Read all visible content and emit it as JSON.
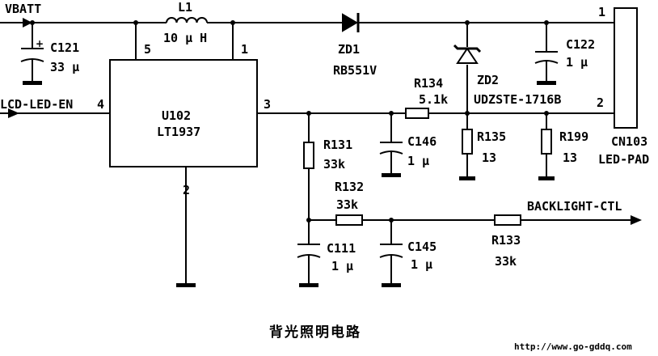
{
  "nets": {
    "vbatt": "VBATT",
    "lcd_led_en": "LCD-LED-EN",
    "backlight_ctl": "BACKLIGHT-CTL"
  },
  "components": {
    "c121": {
      "ref": "C121",
      "value": "33 μ"
    },
    "l1": {
      "ref": "L1",
      "value": "10 μ H"
    },
    "zd1": {
      "ref": "ZD1",
      "value": "RB551V"
    },
    "c122": {
      "ref": "C122",
      "value": "1 μ"
    },
    "u102": {
      "ref": "U102",
      "value": "LT1937",
      "pins": {
        "p5": "5",
        "p1": "1",
        "p4": "4",
        "p3": "3",
        "p2": "2"
      }
    },
    "r134": {
      "ref": "R134",
      "value": "5.1k"
    },
    "zd2": {
      "ref": "ZD2",
      "value": "UDZSTE-1716B"
    },
    "r131": {
      "ref": "R131",
      "value": "33k"
    },
    "c146": {
      "ref": "C146",
      "value": "1 μ"
    },
    "r135": {
      "ref": "R135",
      "value": "13"
    },
    "r199": {
      "ref": "R199",
      "value": "13"
    },
    "r132": {
      "ref": "R132",
      "value": "33k"
    },
    "c111": {
      "ref": "C111",
      "value": "1 μ"
    },
    "c145": {
      "ref": "C145",
      "value": "1 μ"
    },
    "r133": {
      "ref": "R133",
      "value": "33k"
    },
    "cn103": {
      "ref": "CN103",
      "value": "LED-PAD",
      "pin1": "1",
      "pin2": "2"
    }
  },
  "caption": "背光照明电路",
  "watermark": "http://www.go-gddq.com"
}
